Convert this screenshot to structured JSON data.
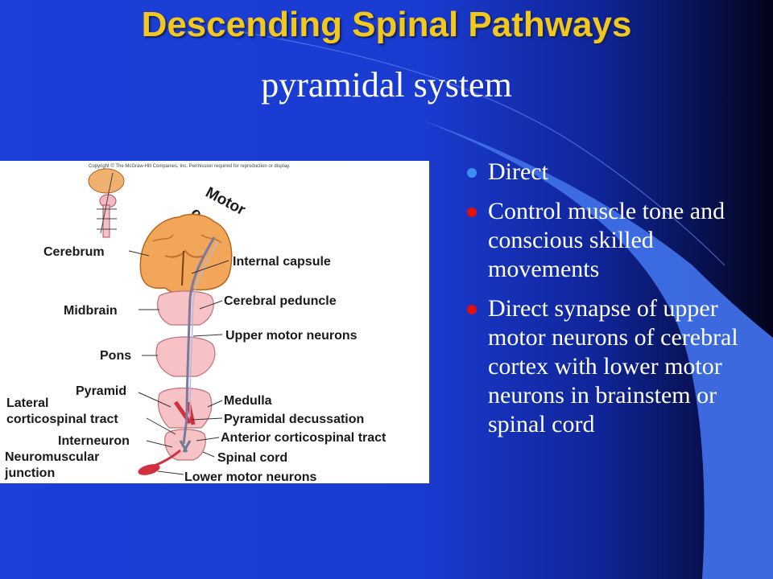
{
  "slide": {
    "title": "Descending Spinal Pathways",
    "subtitle": "pyramidal system"
  },
  "colors": {
    "background": "#1c3fd8",
    "title": "#f2c81e",
    "text": "#ffffff",
    "swoosh": "#3f6fe6",
    "bullet_blue": "#3d8ef0",
    "bullet_red": "#e01010"
  },
  "figure": {
    "copyright": "Copyright © The McGraw-Hill Companies, Inc. Permission required for reproduction or display.",
    "motor_cortex": [
      "Motor",
      "cortex"
    ],
    "labels": {
      "cerebrum": "Cerebrum",
      "internal_capsule": "Internal capsule",
      "midbrain": "Midbrain",
      "cerebral_peduncle": "Cerebral peduncle",
      "upper_motor_neurons": "Upper motor neurons",
      "pons": "Pons",
      "pyramid": "Pyramid",
      "medulla": "Medulla",
      "lateral_tract_1": "Lateral",
      "lateral_tract_2": "corticospinal tract",
      "pyramidal_decussation": "Pyramidal decussation",
      "interneuron": "Interneuron",
      "anterior_tract": "Anterior corticospinal tract",
      "neuromuscular_1": "Neuromuscular",
      "neuromuscular_2": "junction",
      "spinal_cord": "Spinal cord",
      "lower_motor_neurons": "Lower motor neurons"
    }
  },
  "bullets": [
    {
      "text": "Direct",
      "color": "blue"
    },
    {
      "text": "Control muscle tone and conscious skilled movements",
      "color": "red"
    },
    {
      "text": "Direct synapse of upper motor neurons of cerebral cortex with lower motor neurons in brainstem or spinal cord",
      "color": "red"
    }
  ]
}
